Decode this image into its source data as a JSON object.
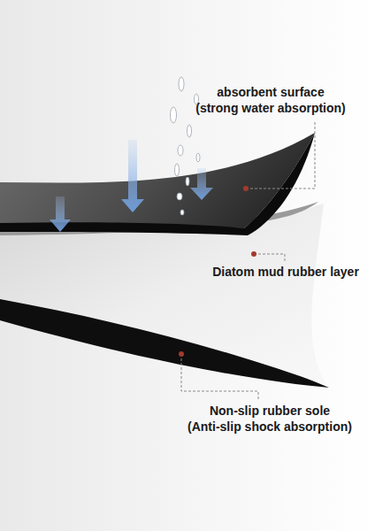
{
  "diagram": {
    "labels": [
      "absorbent surface",
      "(strong water absorption)",
      "Diatom mud rubber layer",
      "Non-slip rubber sole",
      "(Anti-slip shock absorption)"
    ]
  }
}
